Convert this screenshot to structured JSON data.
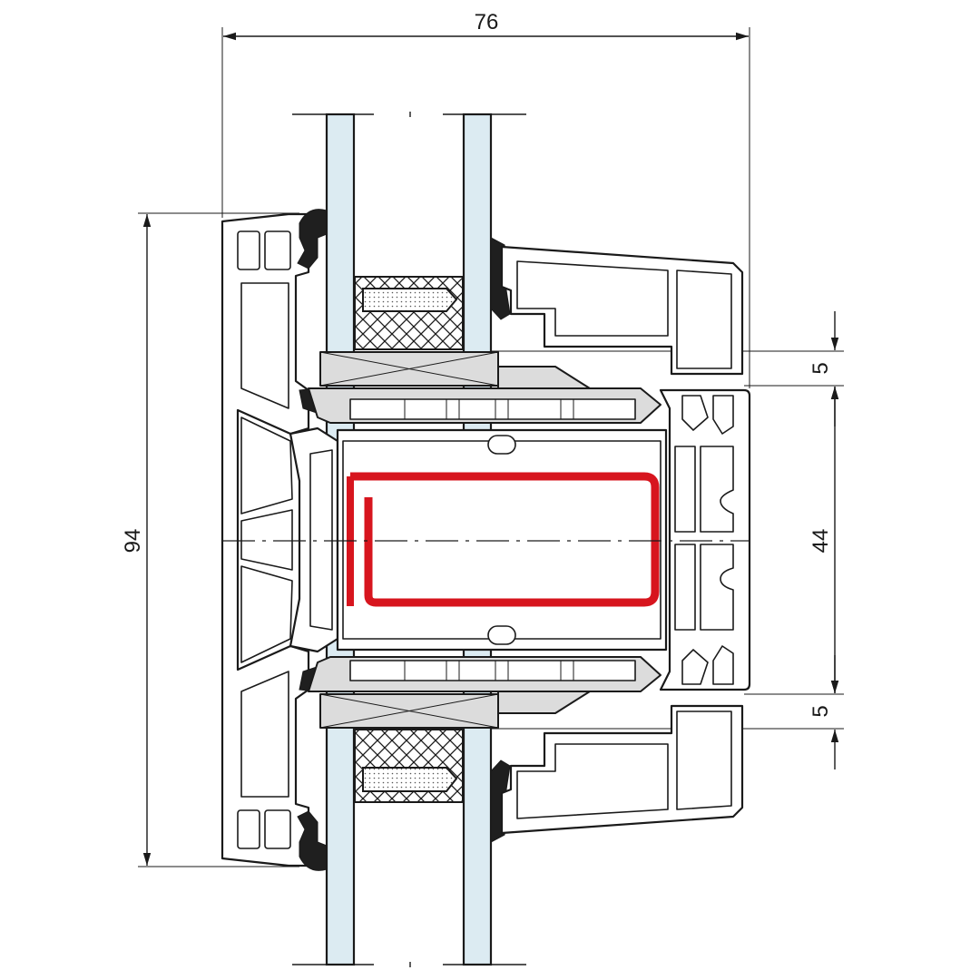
{
  "dimensions": {
    "overall_width": "76",
    "overall_height": "94",
    "glass_rebate_top": "5",
    "core_height": "44",
    "glass_rebate_bottom": "5"
  },
  "colors": {
    "steel_reinforcement": "#d7151e",
    "glass": "#dcebf2",
    "spacer_grey": "#dcdcdc",
    "gasket": "#1f1f1f",
    "line": "#1a1a1a"
  }
}
